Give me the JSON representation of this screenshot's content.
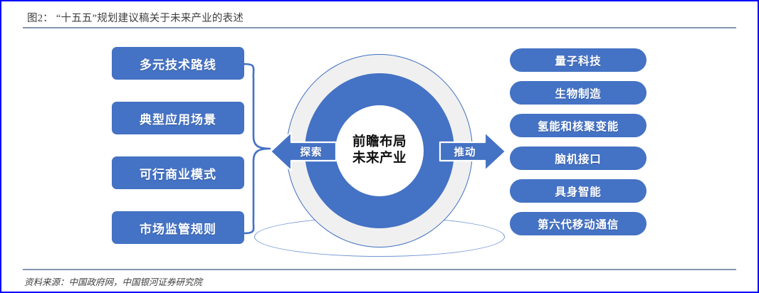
{
  "figure": {
    "number": "图2：",
    "title": "“十五五”规划建议稿关于未来产业的表述"
  },
  "source": {
    "text": "资料来源：中国政府网，中国银河证券研究院"
  },
  "colors": {
    "brand_blue": "#4472C4",
    "ring_gray": "#F0F0F0",
    "ring_stroke": "#3F6FC0",
    "rule": "#8496B0",
    "frame_border": "#0000FF",
    "title_text": "#404040"
  },
  "center": {
    "line1": "前瞻布局",
    "line2": "未来产业"
  },
  "arrows": {
    "left": {
      "label": "探索",
      "direction": "left"
    },
    "right": {
      "label": "推动",
      "direction": "right"
    }
  },
  "left_boxes": [
    {
      "label": "多元技术路线"
    },
    {
      "label": "典型应用场景"
    },
    {
      "label": "可行商业模式"
    },
    {
      "label": "市场监管规则"
    }
  ],
  "right_pills": [
    {
      "label": "量子科技"
    },
    {
      "label": "生物制造"
    },
    {
      "label": "氢能和核聚变能"
    },
    {
      "label": "脑机接口"
    },
    {
      "label": "具身智能"
    },
    {
      "label": "第六代移动通信"
    }
  ]
}
